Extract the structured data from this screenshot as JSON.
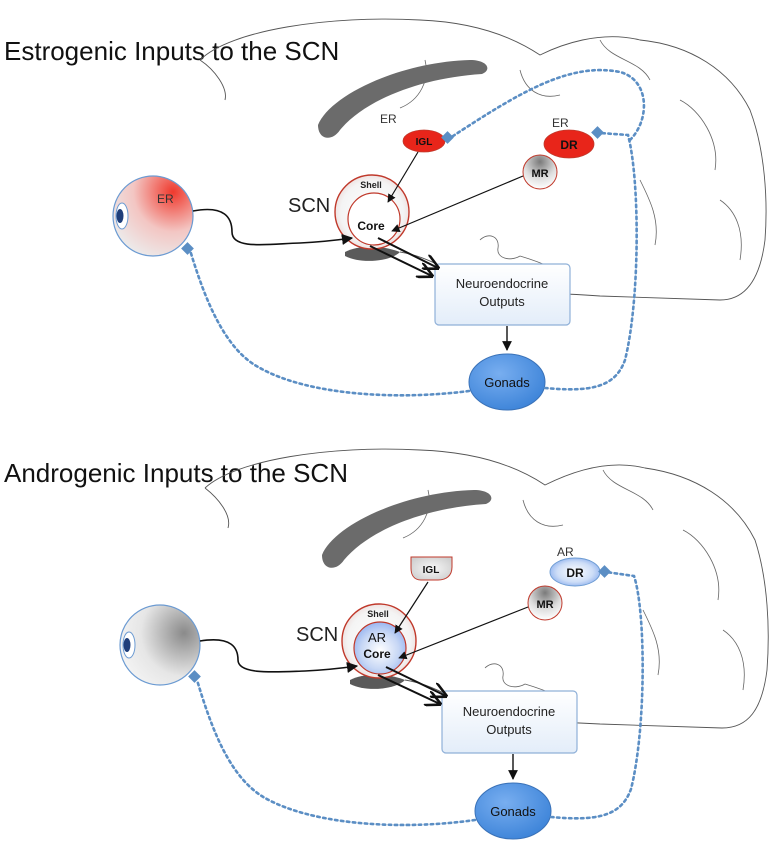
{
  "panels": [
    {
      "title": "Estrogenic Inputs to the SCN",
      "eye_receptor": "ER",
      "scn_label": "SCN",
      "shell_label": "Shell",
      "core_label": "Core",
      "core_receptor": "",
      "igl_label": "IGL",
      "igl_receptor": "ER",
      "dr_label": "DR",
      "dr_receptor": "ER",
      "mr_label": "MR",
      "outputs_line1": "Neuroendocrine",
      "outputs_line2": "Outputs",
      "gonads_label": "Gonads"
    },
    {
      "title": "Androgenic Inputs to the SCN",
      "eye_receptor": "",
      "scn_label": "SCN",
      "shell_label": "Shell",
      "core_label": "Core",
      "core_receptor": "AR",
      "igl_label": "IGL",
      "igl_receptor": "",
      "dr_label": "DR",
      "dr_receptor": "AR",
      "mr_label": "MR",
      "outputs_line1": "Neuroendocrine",
      "outputs_line2": "Outputs",
      "gonads_label": "Gonads"
    }
  ],
  "colors": {
    "estrogen_red": "#e8251a",
    "androgen_blue": "#8fb2ee",
    "hormone_feedback": "#5b8ec4",
    "scn_outline": "#c0392b",
    "gonad_fill": "#4a90e2",
    "outputs_border": "#8fb0d8"
  }
}
